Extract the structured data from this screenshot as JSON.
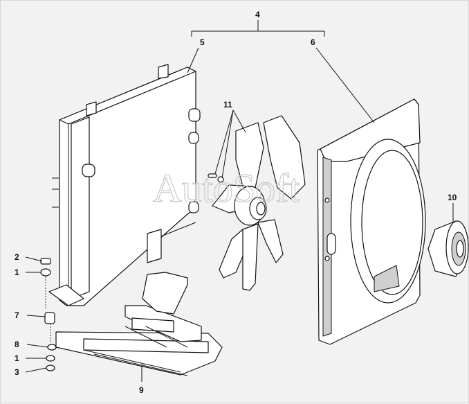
{
  "callouts": {
    "c1a": "1",
    "c1b": "1",
    "c2": "2",
    "c3": "3",
    "c4": "4",
    "c5": "5",
    "c6": "6",
    "c7": "7",
    "c8": "8",
    "c9": "9",
    "c10": "10",
    "c11": "11"
  },
  "watermark": "AutoSoft",
  "colors": {
    "background": "#f2f2f2",
    "ink": "#111111",
    "watermark": "#c9c9c9"
  }
}
